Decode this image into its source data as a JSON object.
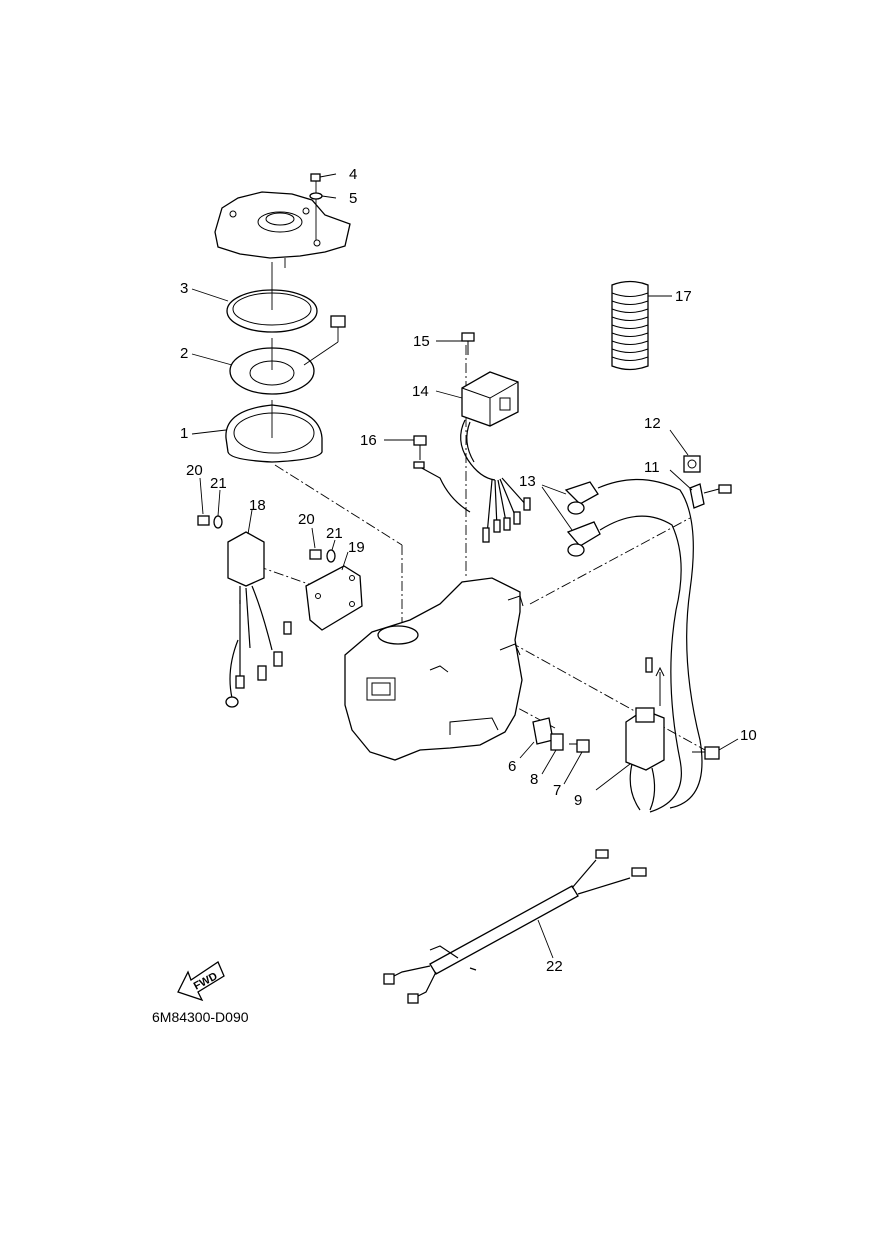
{
  "diagram": {
    "code": "6M84300-D090",
    "fwd_label": "FWD",
    "callouts": [
      "1",
      "2",
      "3",
      "4",
      "5",
      "6",
      "7",
      "8",
      "9",
      "10",
      "11",
      "12",
      "13",
      "14",
      "15",
      "16",
      "17",
      "18",
      "19",
      "20",
      "21",
      "22"
    ],
    "callout_20b": "20",
    "callout_21b": "21"
  }
}
